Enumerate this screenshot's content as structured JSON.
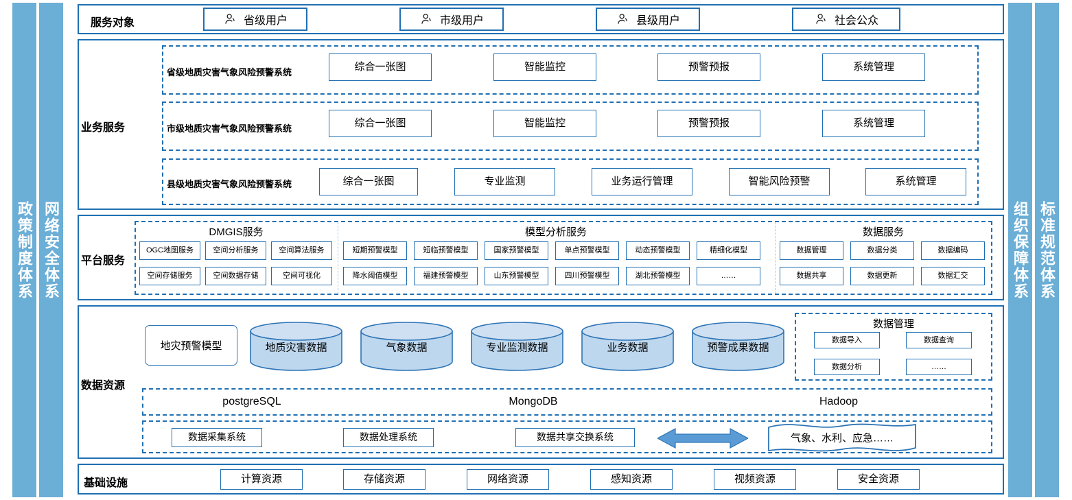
{
  "sidebars": {
    "left": [
      {
        "name": "policy-system",
        "text": "政策制度体系"
      },
      {
        "name": "network-security-system",
        "text": "网络安全体系"
      }
    ],
    "right": [
      {
        "name": "organization-guarantee-system",
        "text": "组织保障体系"
      },
      {
        "name": "standard-specification-system",
        "text": "标准规范体系"
      }
    ],
    "color": "#6BAED6"
  },
  "service_objects": {
    "label": "服务对象",
    "users": [
      "省级用户",
      "市级用户",
      "县级用户",
      "社会公众"
    ],
    "icon": "person-icon"
  },
  "business_services": {
    "label": "业务服务",
    "rows": [
      {
        "system": "省级地质灾害气象风险预警系统",
        "modules": [
          "综合一张图",
          "智能监控",
          "预警预报",
          "系统管理"
        ]
      },
      {
        "system": "市级地质灾害气象风险预警系统",
        "modules": [
          "综合一张图",
          "智能监控",
          "预警预报",
          "系统管理"
        ]
      },
      {
        "system": "县级地质灾害气象风险预警系统",
        "modules": [
          "综合一张图",
          "专业监测",
          "业务运行管理",
          "智能风险预警",
          "系统管理"
        ]
      }
    ]
  },
  "platform_services": {
    "label": "平台服务",
    "groups": [
      {
        "title": "DMGIS服务",
        "row1": [
          "OGC地图服务",
          "空间分析服务",
          "空间算法服务"
        ],
        "row2": [
          "空间存储服务",
          "空间数据存储",
          "空间可视化"
        ]
      },
      {
        "title": "模型分析服务",
        "row1": [
          "短期预警模型",
          "短临预警模型",
          "国家预警模型",
          "单点预警模型",
          "动态预警模型",
          "精细化模型"
        ],
        "row2": [
          "降水阈值模型",
          "福建预警模型",
          "山东预警模型",
          "四川预警模型",
          "湖北预警模型",
          "……"
        ]
      },
      {
        "title": "数据服务",
        "row1": [
          "数据管理",
          "数据分类",
          "数据编码"
        ],
        "row2": [
          "数据共享",
          "数据更新",
          "数据汇交"
        ]
      }
    ]
  },
  "data_resources": {
    "label": "数据资源",
    "model_box": "地灾预警模型",
    "databases": [
      "地质灾害数据",
      "气象数据",
      "专业监测数据",
      "业务数据",
      "预警成果数据"
    ],
    "data_management": {
      "title": "数据管理",
      "items": [
        "数据导入",
        "数据查询",
        "数据分析",
        "……"
      ]
    },
    "db_engines": [
      "postgreSQL",
      "MongoDB",
      "Hadoop"
    ],
    "systems": [
      "数据采集系统",
      "数据处理系统",
      "数据共享交换系统"
    ],
    "external": "气象、水利、应急……",
    "arrow": "double-arrow-icon"
  },
  "infrastructure": {
    "label": "基础设施",
    "items": [
      "计算资源",
      "存储资源",
      "网络资源",
      "感知资源",
      "视频资源",
      "安全资源"
    ]
  },
  "colors": {
    "accent": "#1F6FB2",
    "bar": "#6BAED6",
    "cylinder_fill": "#BDD7EE",
    "cylinder_stroke": "#2E75B6",
    "arrow_fill": "#5B9BD5"
  }
}
